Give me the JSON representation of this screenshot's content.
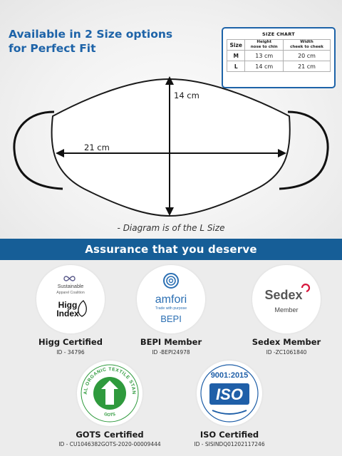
{
  "headline": {
    "line1": "Available in 2 Size options",
    "line2": "for Perfect Fit"
  },
  "size_chart": {
    "title": "SIZE CHART",
    "headers": {
      "size": "Size",
      "height_l1": "Height",
      "height_l2": "nose to chin",
      "width_l1": "Width",
      "width_l2": "cheek to cheek"
    },
    "rows": [
      {
        "size": "M",
        "height": "13 cm",
        "width": "20 cm"
      },
      {
        "size": "L",
        "height": "14 cm",
        "width": "21 cm"
      }
    ]
  },
  "diagram": {
    "height_label": "14 cm",
    "width_label": "21 cm",
    "note": "- Diagram is of the L Size"
  },
  "banner": {
    "title": "Assurance that you deserve"
  },
  "certifications": [
    {
      "title": "Higg Certified",
      "id": "ID - 34796",
      "logo_top": "Sustainable",
      "logo_sub": "Apparel Coalition",
      "logo_main_1": "Higg",
      "logo_main_2": "Index"
    },
    {
      "title": "BEPI Member",
      "id": "ID -BEPI24978",
      "logo_main": "amfori",
      "logo_sub": "Trade with purpose",
      "logo_bottom": "BEPI"
    },
    {
      "title": "Sedex Member",
      "id": "ID -ZC1061840",
      "logo_main": "Sedex",
      "logo_sub": "Member"
    },
    {
      "title": "GOTS Certified",
      "id": "ID - CU1046382GOTS-2020-00009444",
      "logo_ring_top": "GLOBAL ORGANIC TEXTILE STANDARD",
      "logo_ring_bottom": "GOTS"
    },
    {
      "title": "ISO Certified",
      "id": "ID - SISINDQ01202117246",
      "logo_top": "9001:2015",
      "logo_main": "ISO"
    }
  ],
  "colors": {
    "brand_blue": "#1d63a8",
    "banner_blue": "#165e97",
    "gots_green": "#2f9a3d",
    "sedex_red": "#d6153b",
    "amfori_blue": "#2b6fb3",
    "iso_blue": "#1f5fa8"
  }
}
